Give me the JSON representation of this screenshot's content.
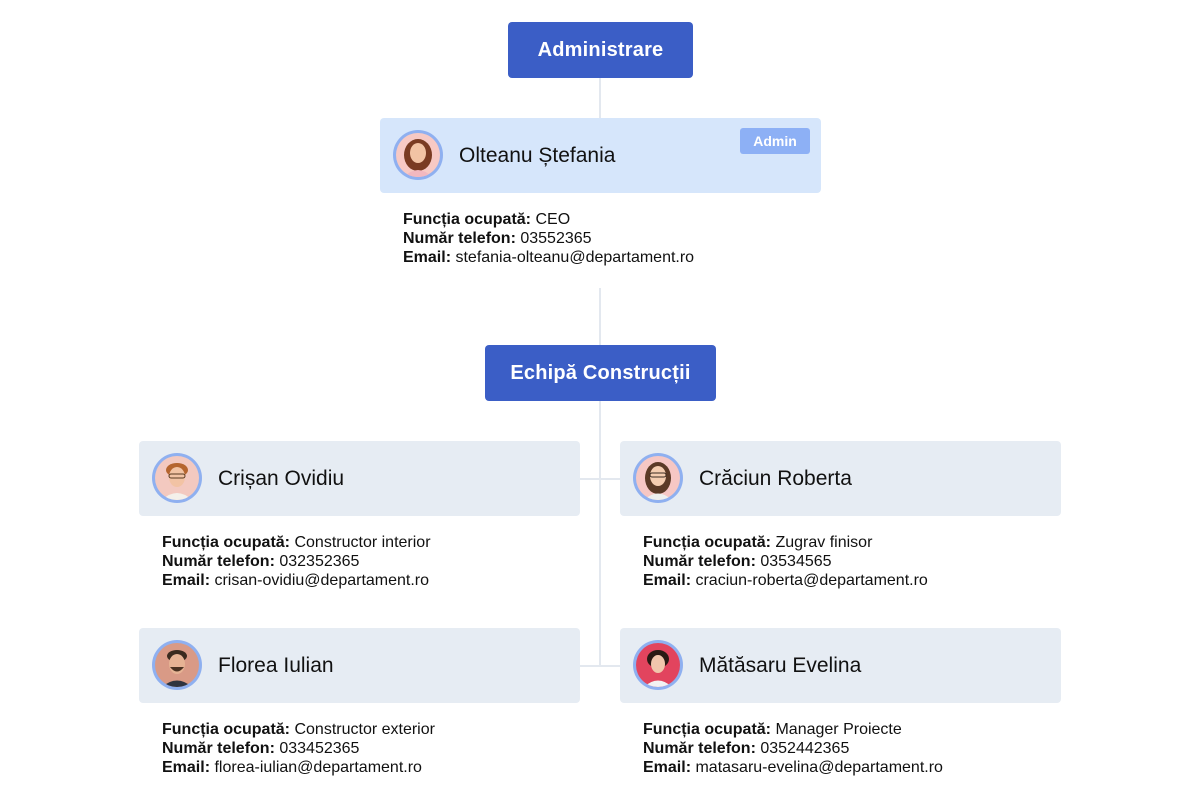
{
  "departments": {
    "top": "Administrare",
    "construction": "Echipă Construcții"
  },
  "labels": {
    "role": "Funcția ocupată:",
    "phone": "Număr telefon:",
    "email": "Email:"
  },
  "admin": {
    "name": "Olteanu Ștefania",
    "badge": "Admin",
    "role": "CEO",
    "phone": "03552365",
    "email": "stefania-olteanu@departament.ro"
  },
  "members": [
    {
      "name": "Crișan Ovidiu",
      "role": "Constructor interior",
      "phone": "032352365",
      "email": "crisan-ovidiu@departament.ro"
    },
    {
      "name": "Crăciun Roberta",
      "role": "Zugrav finisor",
      "phone": "03534565",
      "email": "craciun-roberta@departament.ro"
    },
    {
      "name": "Florea Iulian",
      "role": "Constructor exterior",
      "phone": "033452365",
      "email": "florea-iulian@departament.ro"
    },
    {
      "name": "Mătăsaru Evelina",
      "role": "Manager Proiecte",
      "phone": "0352442365",
      "email": "matasaru-evelina@departament.ro"
    }
  ],
  "colors": {
    "department_box": "#3b5ec6",
    "admin_card": "#d6e6fb",
    "member_card": "#e6ecf3",
    "badge": "#8db0f5",
    "avatar_ring": "#8fb0f0",
    "connector": "#e3e8ef"
  }
}
